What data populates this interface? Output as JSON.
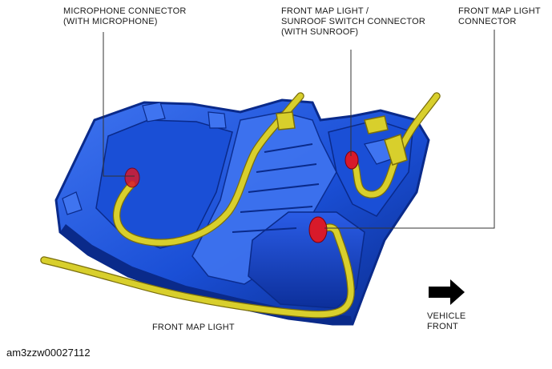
{
  "labels": {
    "microphone": [
      "MICROPHONE CONNECTOR",
      "(WITH MICROPHONE)"
    ],
    "sunroof": [
      "FRONT MAP LIGHT /",
      "SUNROOF SWITCH CONNECTOR",
      "(WITH SUNROOF)"
    ],
    "map_connector": [
      "FRONT MAP LIGHT",
      "CONNECTOR"
    ],
    "map_light": "FRONT MAP LIGHT",
    "vehicle_front": [
      "VEHICLE",
      "FRONT"
    ]
  },
  "figure_code": "am3zzw00027112",
  "colors": {
    "housing": "#1a4fd6",
    "housing_dark": "#0a2a8a",
    "housing_light": "#3f74f0",
    "harness": "#d8cf2c",
    "harness_dark": "#7a6e0c",
    "connector": "#d81a2a",
    "leader": "#333333",
    "arrow": "#000000"
  },
  "icons": {
    "direction_arrow": "right-arrow-icon"
  }
}
